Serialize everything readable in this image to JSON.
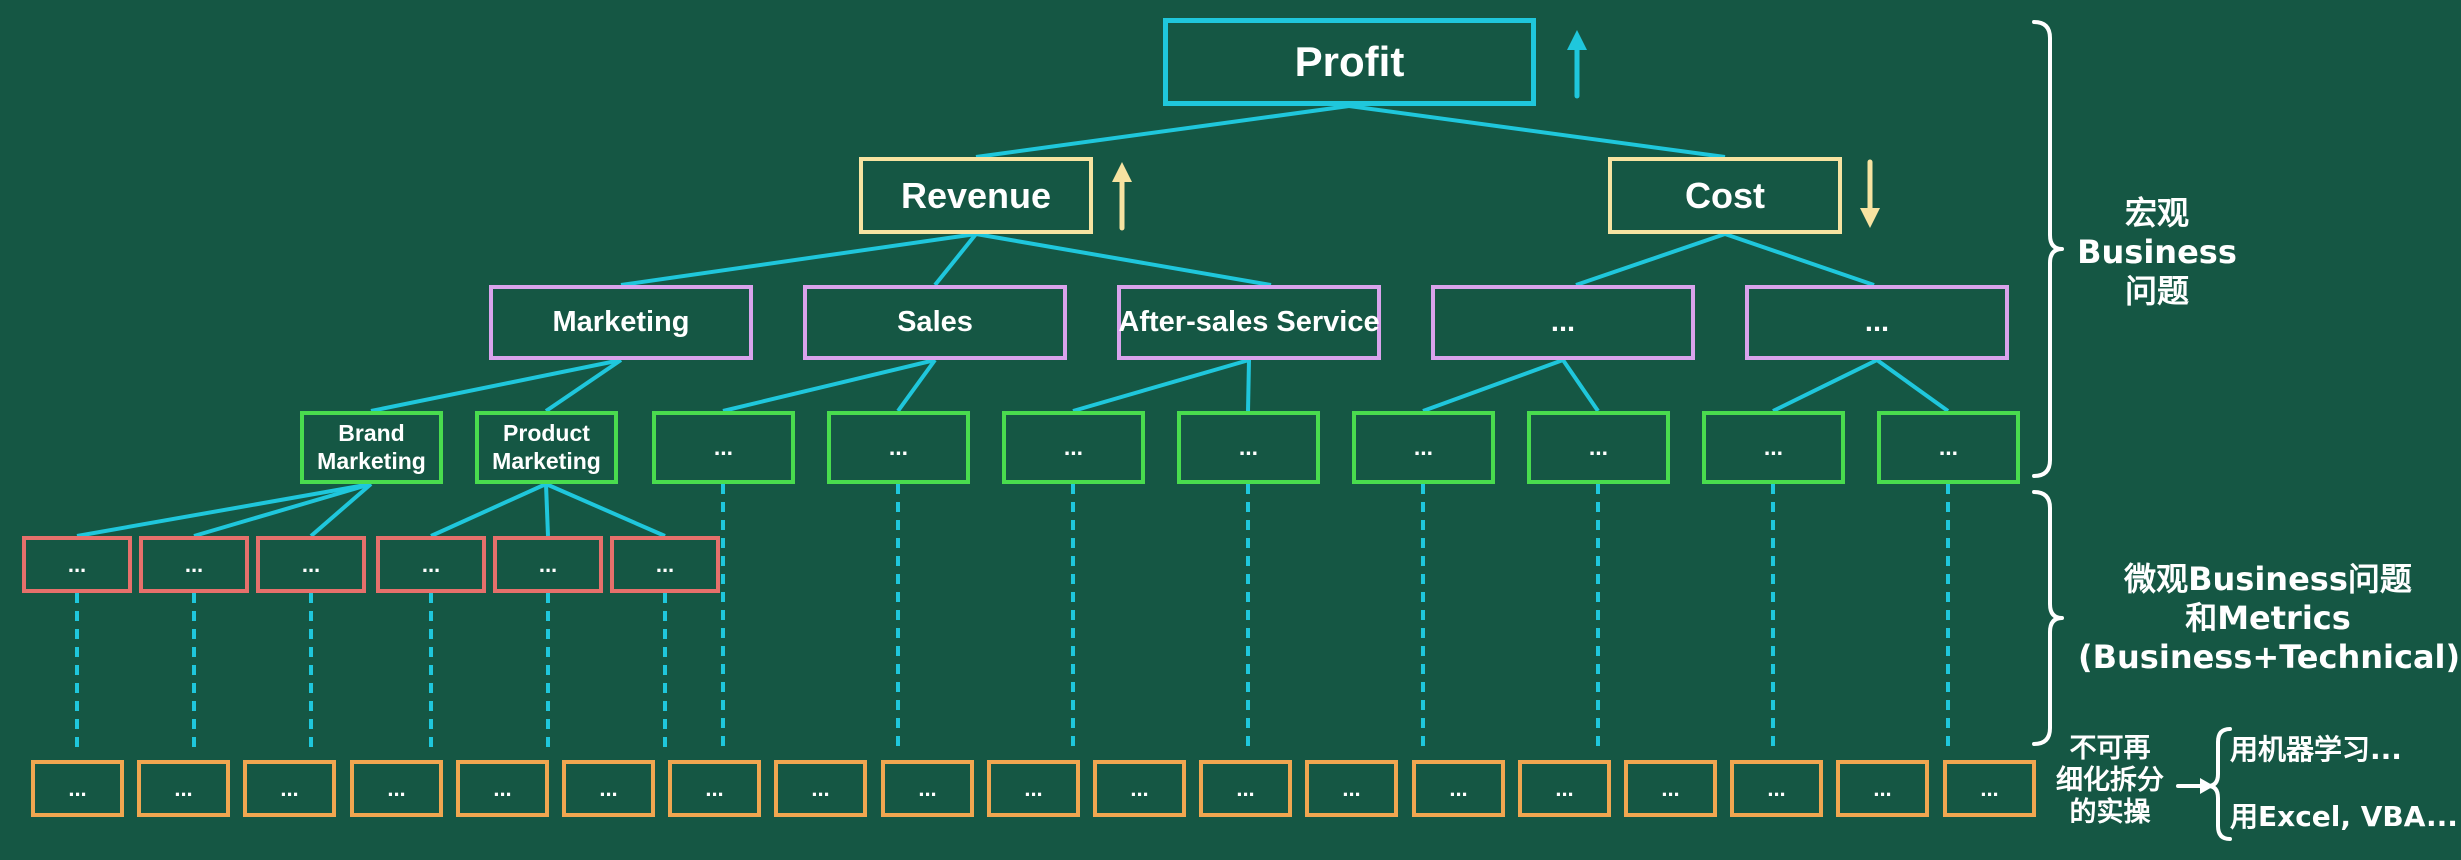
{
  "colors": {
    "background": "#155744",
    "connector": "#1fc7dc",
    "profit_border": "#1fc7dc",
    "level1_border": "#f7e3a1",
    "level2_border": "#d9a3ec",
    "level3_border": "#49dc4e",
    "level4_border": "#e6706b",
    "level5_border": "#f0a650",
    "brace": "#ffffff",
    "up_arrow_profit": "#1fc7dc",
    "up_arrow_revenue": "#f7e3a1",
    "down_arrow_cost": "#f7e3a1"
  },
  "nodes": {
    "profit": "Profit",
    "revenue": "Revenue",
    "cost": "Cost",
    "marketing": "Marketing",
    "sales": "Sales",
    "after_sales": "After-sales Service",
    "l2_cost_1": "...",
    "l2_cost_2": "...",
    "brand_marketing": [
      "Brand",
      "Marketing"
    ],
    "product_marketing": [
      "Product",
      "Marketing"
    ],
    "l3_placeholder": "...",
    "l4_placeholder": "...",
    "l5_placeholder": "..."
  },
  "annotations": {
    "macro": [
      "宏观",
      "Business",
      "问题"
    ],
    "micro": [
      "微观Business问题",
      "和Metrics",
      "(Business+Technical)"
    ],
    "atomic": [
      "不可再",
      "细化拆分",
      "的实操"
    ],
    "tool_ml": "用机器学习...",
    "tool_excel": "用Excel, VBA..."
  }
}
